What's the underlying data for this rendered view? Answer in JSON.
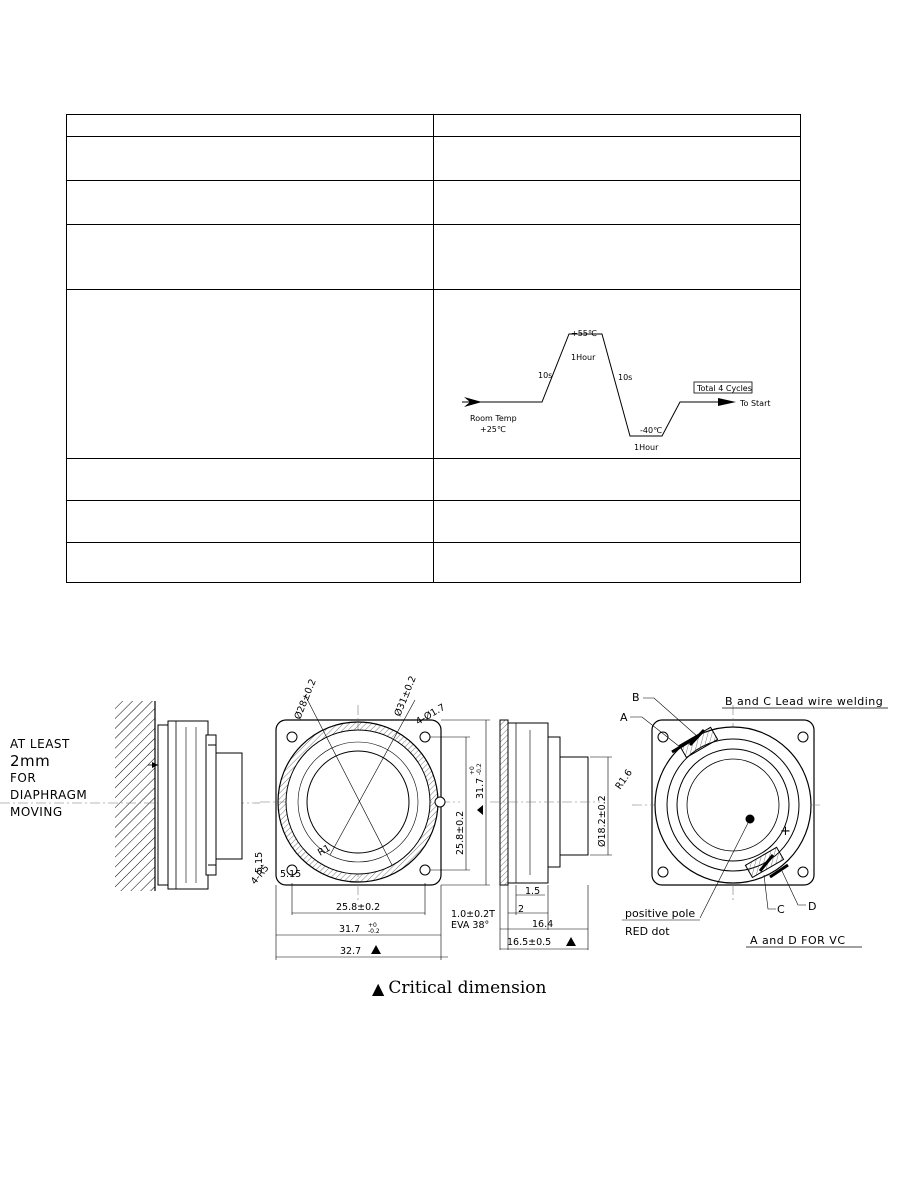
{
  "profile": {
    "start_label": "Room Temp",
    "start_temp": "+25℃",
    "hot_temp": "+55℃",
    "hot_time": "1Hour",
    "ramp_up": "10s",
    "ramp_down": "10s",
    "cold_temp": "-40℃",
    "cold_time": "1Hour",
    "cycles": "Total 4 Cycles",
    "end_label": "To Start"
  },
  "drawing": {
    "note_lines": [
      "AT LEAST",
      "2mm",
      "FOR",
      "DIAPHRAGM",
      "MOVING"
    ],
    "dims": {
      "d28": "Ø28±0.2",
      "d31": "Ø31±0.2",
      "hole4": "4-Ø1.7",
      "r1": "R1",
      "r5": "4-R5",
      "d515": "5.15",
      "d5151": "5.15",
      "d258h": "25.8±0.2",
      "d317h": "31.7",
      "d327": "32.7",
      "d258v": "25.8±0.2",
      "d317v": "31.7",
      "tol_plus": "+0",
      "tol_minus": "-0.2",
      "eva1": "1.0±0.2T",
      "eva2": "EVA 38°",
      "d15": "1.5",
      "d2": "2",
      "d164": "16.4",
      "d165": "16.5±0.5",
      "d182": "Ø18.2±0.2",
      "r16": "R1.6"
    },
    "labels": {
      "a": "A",
      "b": "B",
      "c": "C",
      "d": "D",
      "bc_weld": "B and C Lead wire welding",
      "pos_pole": "positive pole",
      "red_dot": "RED dot",
      "ad_vc": "A and D FOR VC",
      "plus": "+"
    }
  },
  "legend": {
    "text": "Critical dimension"
  }
}
